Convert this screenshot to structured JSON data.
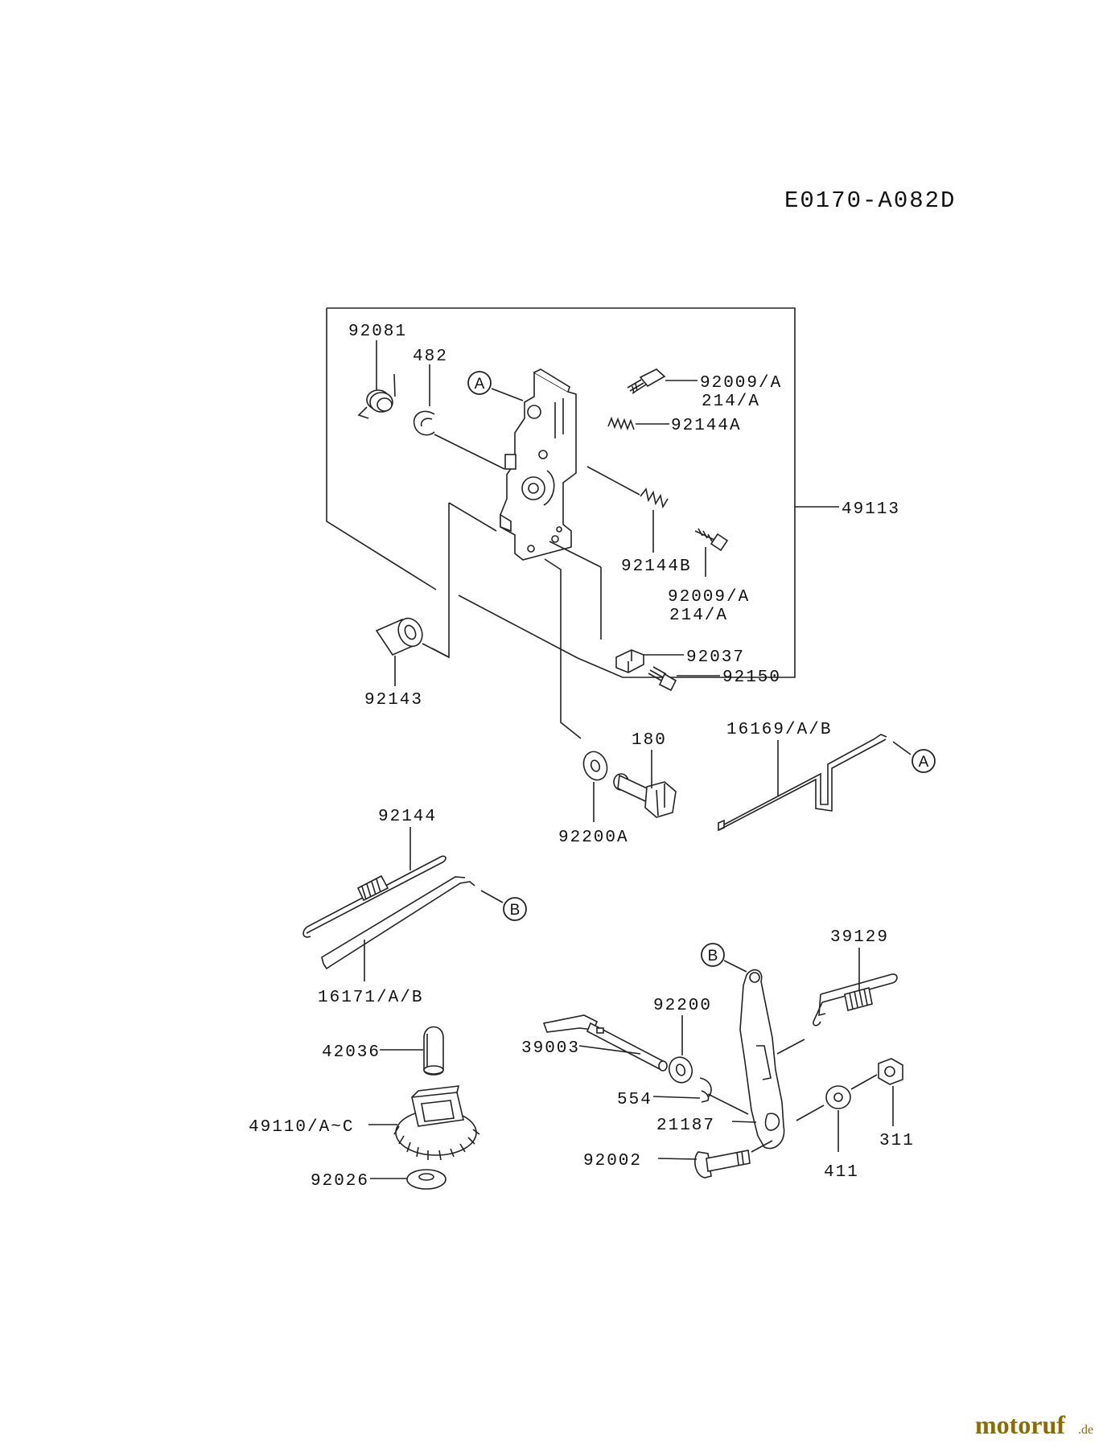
{
  "diagram": {
    "code": "E0170-A082D",
    "refs": {
      "a": "A",
      "b": "B"
    },
    "parts": {
      "p92081": "92081",
      "p482": "482",
      "p92009_1a": "92009/A",
      "p92009_1b": "214/A",
      "p92144A": "92144A",
      "p49113": "49113",
      "p92144B": "92144B",
      "p92009_2a": "92009/A",
      "p92009_2b": "214/A",
      "p92037": "92037",
      "p92150": "92150",
      "p92143": "92143",
      "p180": "180",
      "p16169": "16169/A/B",
      "p92200A": "92200A",
      "p92144": "92144",
      "p16171": "16171/A/B",
      "p39129": "39129",
      "p92200": "92200",
      "p42036": "42036",
      "p39003": "39003",
      "p554": "554",
      "p49110": "49110/A~C",
      "p21187": "21187",
      "p92002": "92002",
      "p311": "311",
      "p411": "411",
      "p92026": "92026"
    }
  },
  "watermark": {
    "brand": "motoruf",
    "tld": ".de"
  }
}
